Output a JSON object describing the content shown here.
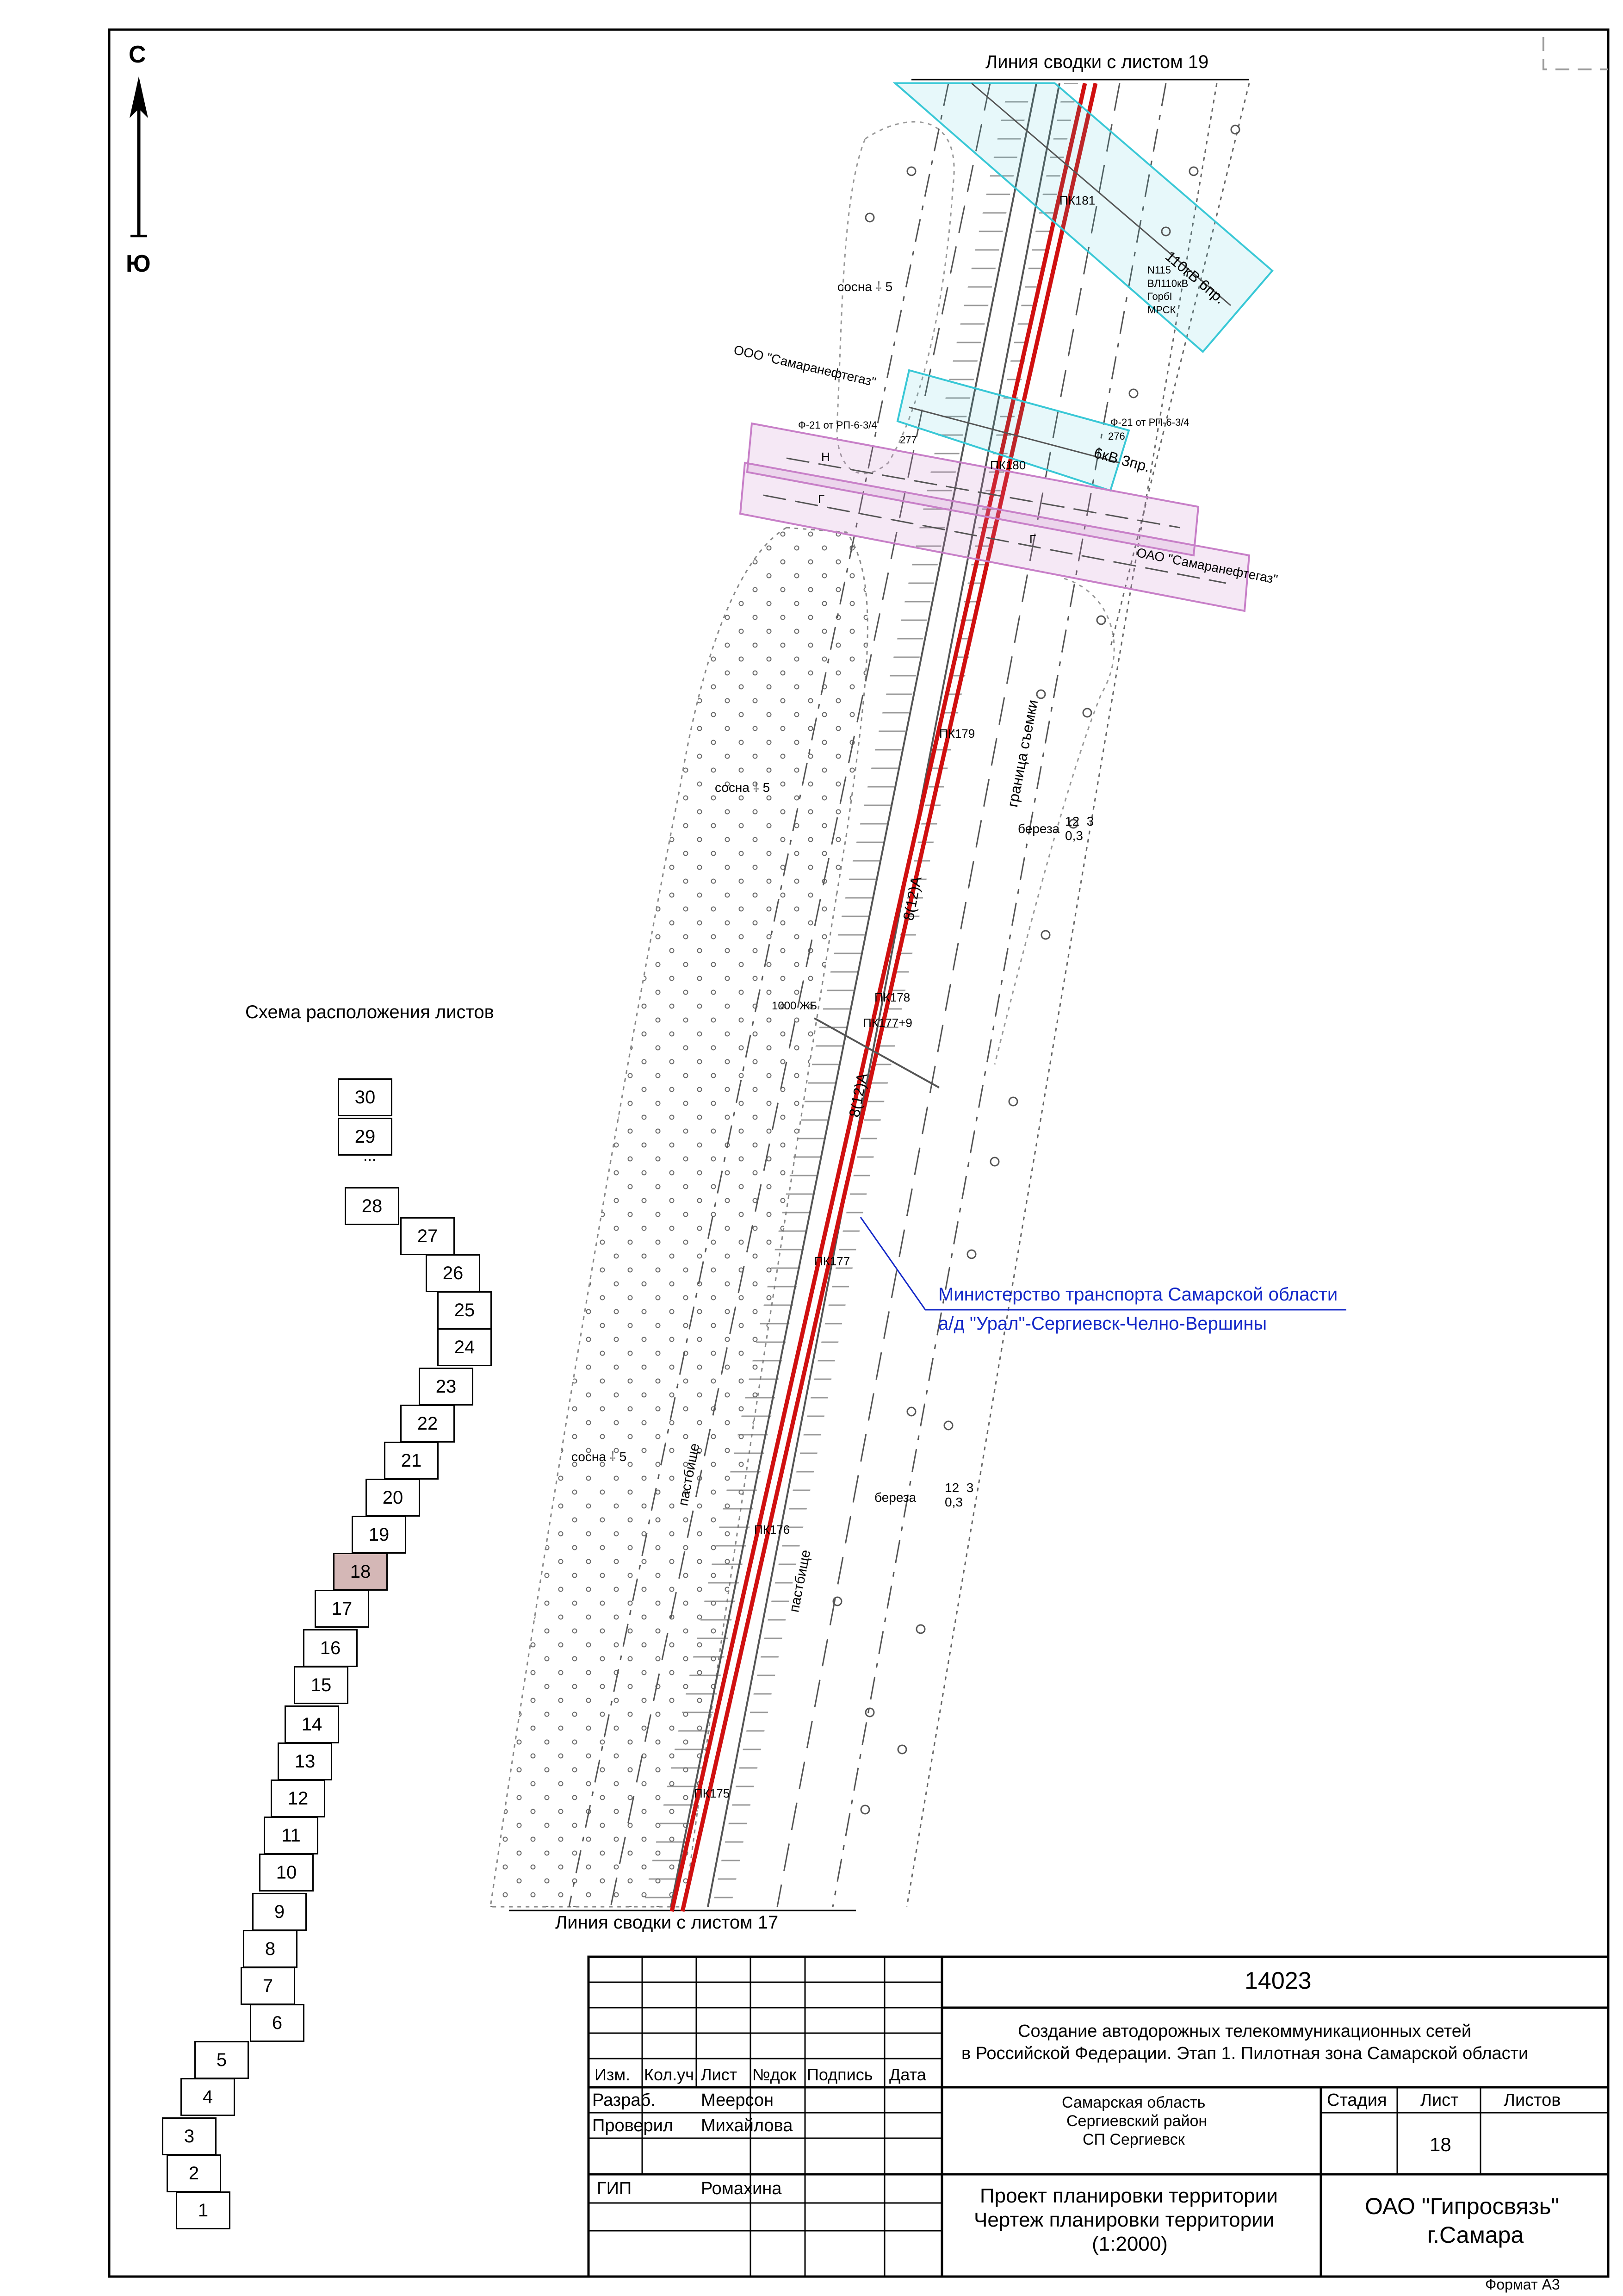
{
  "orientation": {
    "north": "С",
    "south": "Ю"
  },
  "junction": {
    "top": "Линия сводки с листом 19",
    "bottom": "Линия сводки с листом 17"
  },
  "pickets": [
    "ПК181",
    "ПК180",
    "ПК179",
    "ПК178",
    "ПК177+9",
    "ПК177",
    "ПК176",
    "ПК175"
  ],
  "labels": {
    "pine1": "сосна",
    "pine1_n": "5",
    "pine2": "сосна",
    "pine2_n": "5",
    "pine3": "сосна",
    "pine3_n": "5",
    "birch1": "береза",
    "birch1_h": "12",
    "birch1_d": "0,3",
    "birch1_n": "3",
    "birch2": "береза",
    "birch2_h": "12",
    "birch2_d": "0,3",
    "birch2_n": "3",
    "pasture1": "пастбище",
    "pasture2": "пастбище",
    "survey_boundary": "граница съемки",
    "road_class1": "8(12)А",
    "road_class2": "8(12)А",
    "culvert": "1000 ЖБ",
    "org1": "ООО \"Самаранефтегаз\"",
    "org2": "ОАО \"Самаранефтегаз\"",
    "f21_left": "Ф-21 от РП-6-3/4",
    "f21_left_pole": "277",
    "f21_right": "Ф-21 от РП-6-3/4",
    "f21_right_pole": "276",
    "kv6": "6кВ 3пр.",
    "kv110": "110кВ 6пр.",
    "n115": "N115",
    "vl": "ВЛ110кВ",
    "gorb": "ГорбI",
    "mrsk": "МРСК",
    "pipe_n": "Н",
    "pipe_g1": "Г",
    "pipe_g2": "Г",
    "ministry_1": "Министерство транспорта Самарской области",
    "ministry_2": "а/д \"Урал\"-Сергиевск-Челно-Вершины"
  },
  "colors": {
    "road": "#d01010",
    "power": "#39c8d6",
    "pipeline": "#c880c8",
    "ministry": "#1428c8"
  },
  "scheme": {
    "title": "Схема расположения листов",
    "dots": "...",
    "current": "18",
    "sheets": [
      "30",
      "29",
      "28",
      "27",
      "26",
      "25",
      "24",
      "23",
      "22",
      "21",
      "20",
      "19",
      "18",
      "17",
      "16",
      "15",
      "14",
      "13",
      "12",
      "11",
      "10",
      "9",
      "8",
      "7",
      "6",
      "5",
      "4",
      "3",
      "2",
      "1"
    ]
  },
  "title_block": {
    "code": "14023",
    "desc1": "Создание автодорожных телекоммуникационных сетей",
    "desc2": "в Российской Федерации. Этап 1. Пилотная зона Самарской области",
    "headers": {
      "izm": "Изм.",
      "kol": "Кол.уч.",
      "list": "Лист",
      "ndok": "№док",
      "podpis": "Подпись",
      "data": "Дата"
    },
    "roles": {
      "razrab": "Разраб.",
      "proveril": "Проверил",
      "gip": "ГИП"
    },
    "names": {
      "razrab": "Меерсон",
      "proveril": "Михайлова",
      "gip": "Ромахина"
    },
    "location1": "Самарская область",
    "location2": "Сергиевский район",
    "location3": "СП Сергиевск",
    "stage_h": "Стадия",
    "sheet_h": "Лист",
    "sheets_h": "Листов",
    "sheet_no": "18",
    "project1": "Проект планировки территории",
    "project2": "Чертеж планировки территории",
    "project3": "(1:2000)",
    "org1": "ОАО \"Гипросвязь\"",
    "org2": "г.Самара"
  },
  "format": "Формат А3"
}
